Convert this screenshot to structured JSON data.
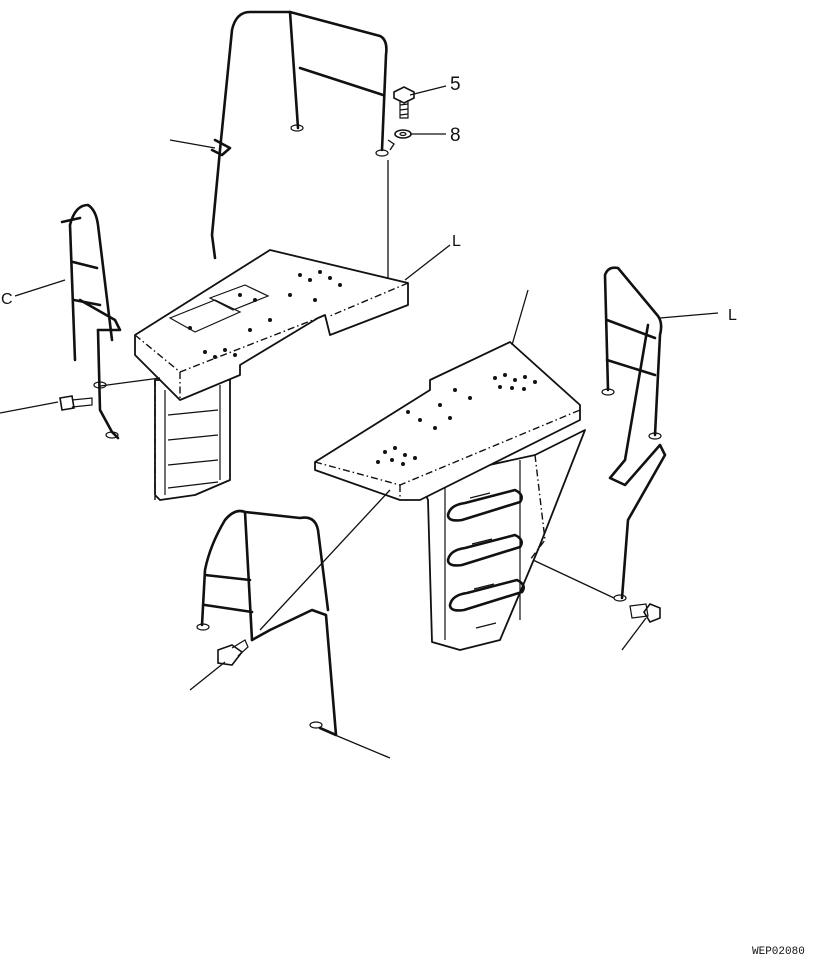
{
  "callouts": {
    "item_5": "5",
    "item_8": "8",
    "platform_left": "L",
    "rail_left": "C",
    "rail_right": "L"
  },
  "drawing_ref": "WEP02080"
}
